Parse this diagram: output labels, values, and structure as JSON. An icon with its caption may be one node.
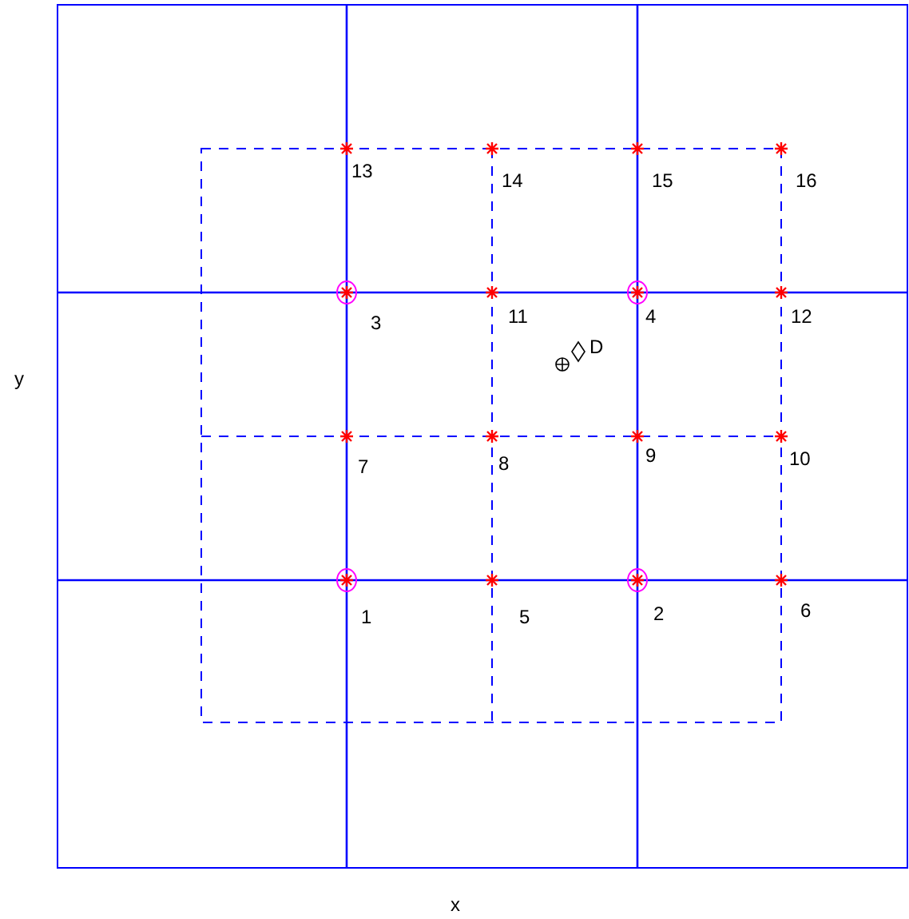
{
  "diagram": {
    "labels": [
      "13",
      "14",
      "15",
      "16",
      "3",
      "11",
      "4",
      "12",
      "y",
      "D",
      "7",
      "8",
      "9",
      "10",
      "1",
      "5",
      "2",
      "6",
      "x"
    ]
  }
}
